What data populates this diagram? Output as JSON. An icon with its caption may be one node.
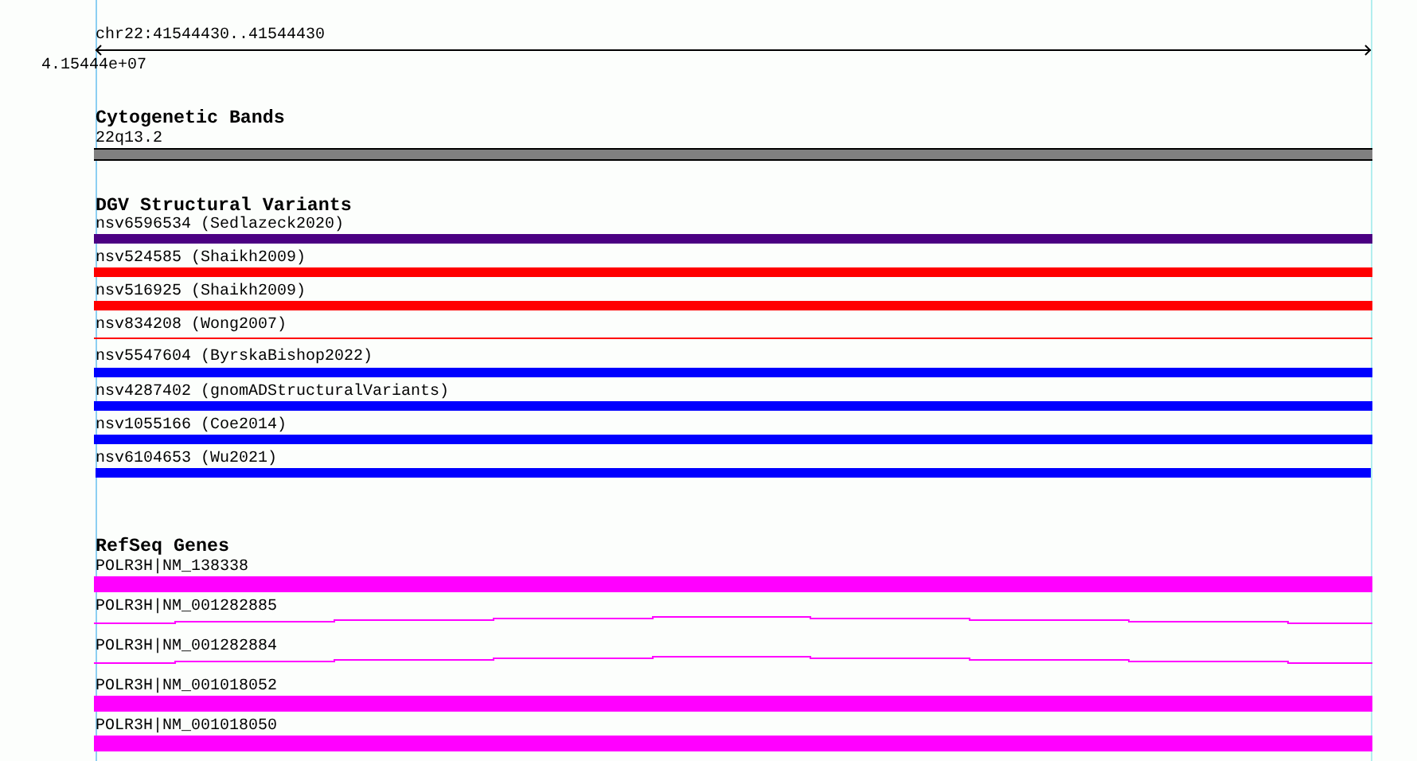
{
  "diagram": {
    "nodes": [
      {
        "text": [
          "22q13.2"
        ]
      },
      {
        "text": [
          "nsv6596534 (Sedlazeck2020)"
        ]
      },
      {
        "text": [
          "nsv524585 (Shaikh2009)"
        ]
      },
      {
        "text": [
          "nsv516925 (Shaikh2009)"
        ]
      },
      {
        "text": [
          "nsv834208 (Wong2007)"
        ]
      },
      {
        "text": [
          "nsv5547604 (ByrskaBishop2022)"
        ]
      },
      {
        "text": [
          "nsv4287402 (gnomADStructuralVariants)"
        ]
      },
      {
        "text": [
          "nsv1055166 (Coe2014)"
        ]
      },
      {
        "text": [
          "nsv6104653 (Wu2021)"
        ]
      },
      {
        "text": [
          "POLR3H|NM_138338"
        ]
      },
      {
        "text": [
          "POLR3H|NM_001282885"
        ]
      },
      {
        "text": [
          "POLR3H|NM_001282884"
        ]
      },
      {
        "text": [
          "POLR3H|NM_001018052"
        ]
      },
      {
        "text": [
          "POLR3H|NM_001018050"
        ]
      }
    ],
    "labels": [
      "chr22:41544430..41544430",
      "4.15444e+07",
      "Cytogenetic Bands",
      "DGV Structural Variants",
      "RefSeq Genes"
    ]
  }
}
